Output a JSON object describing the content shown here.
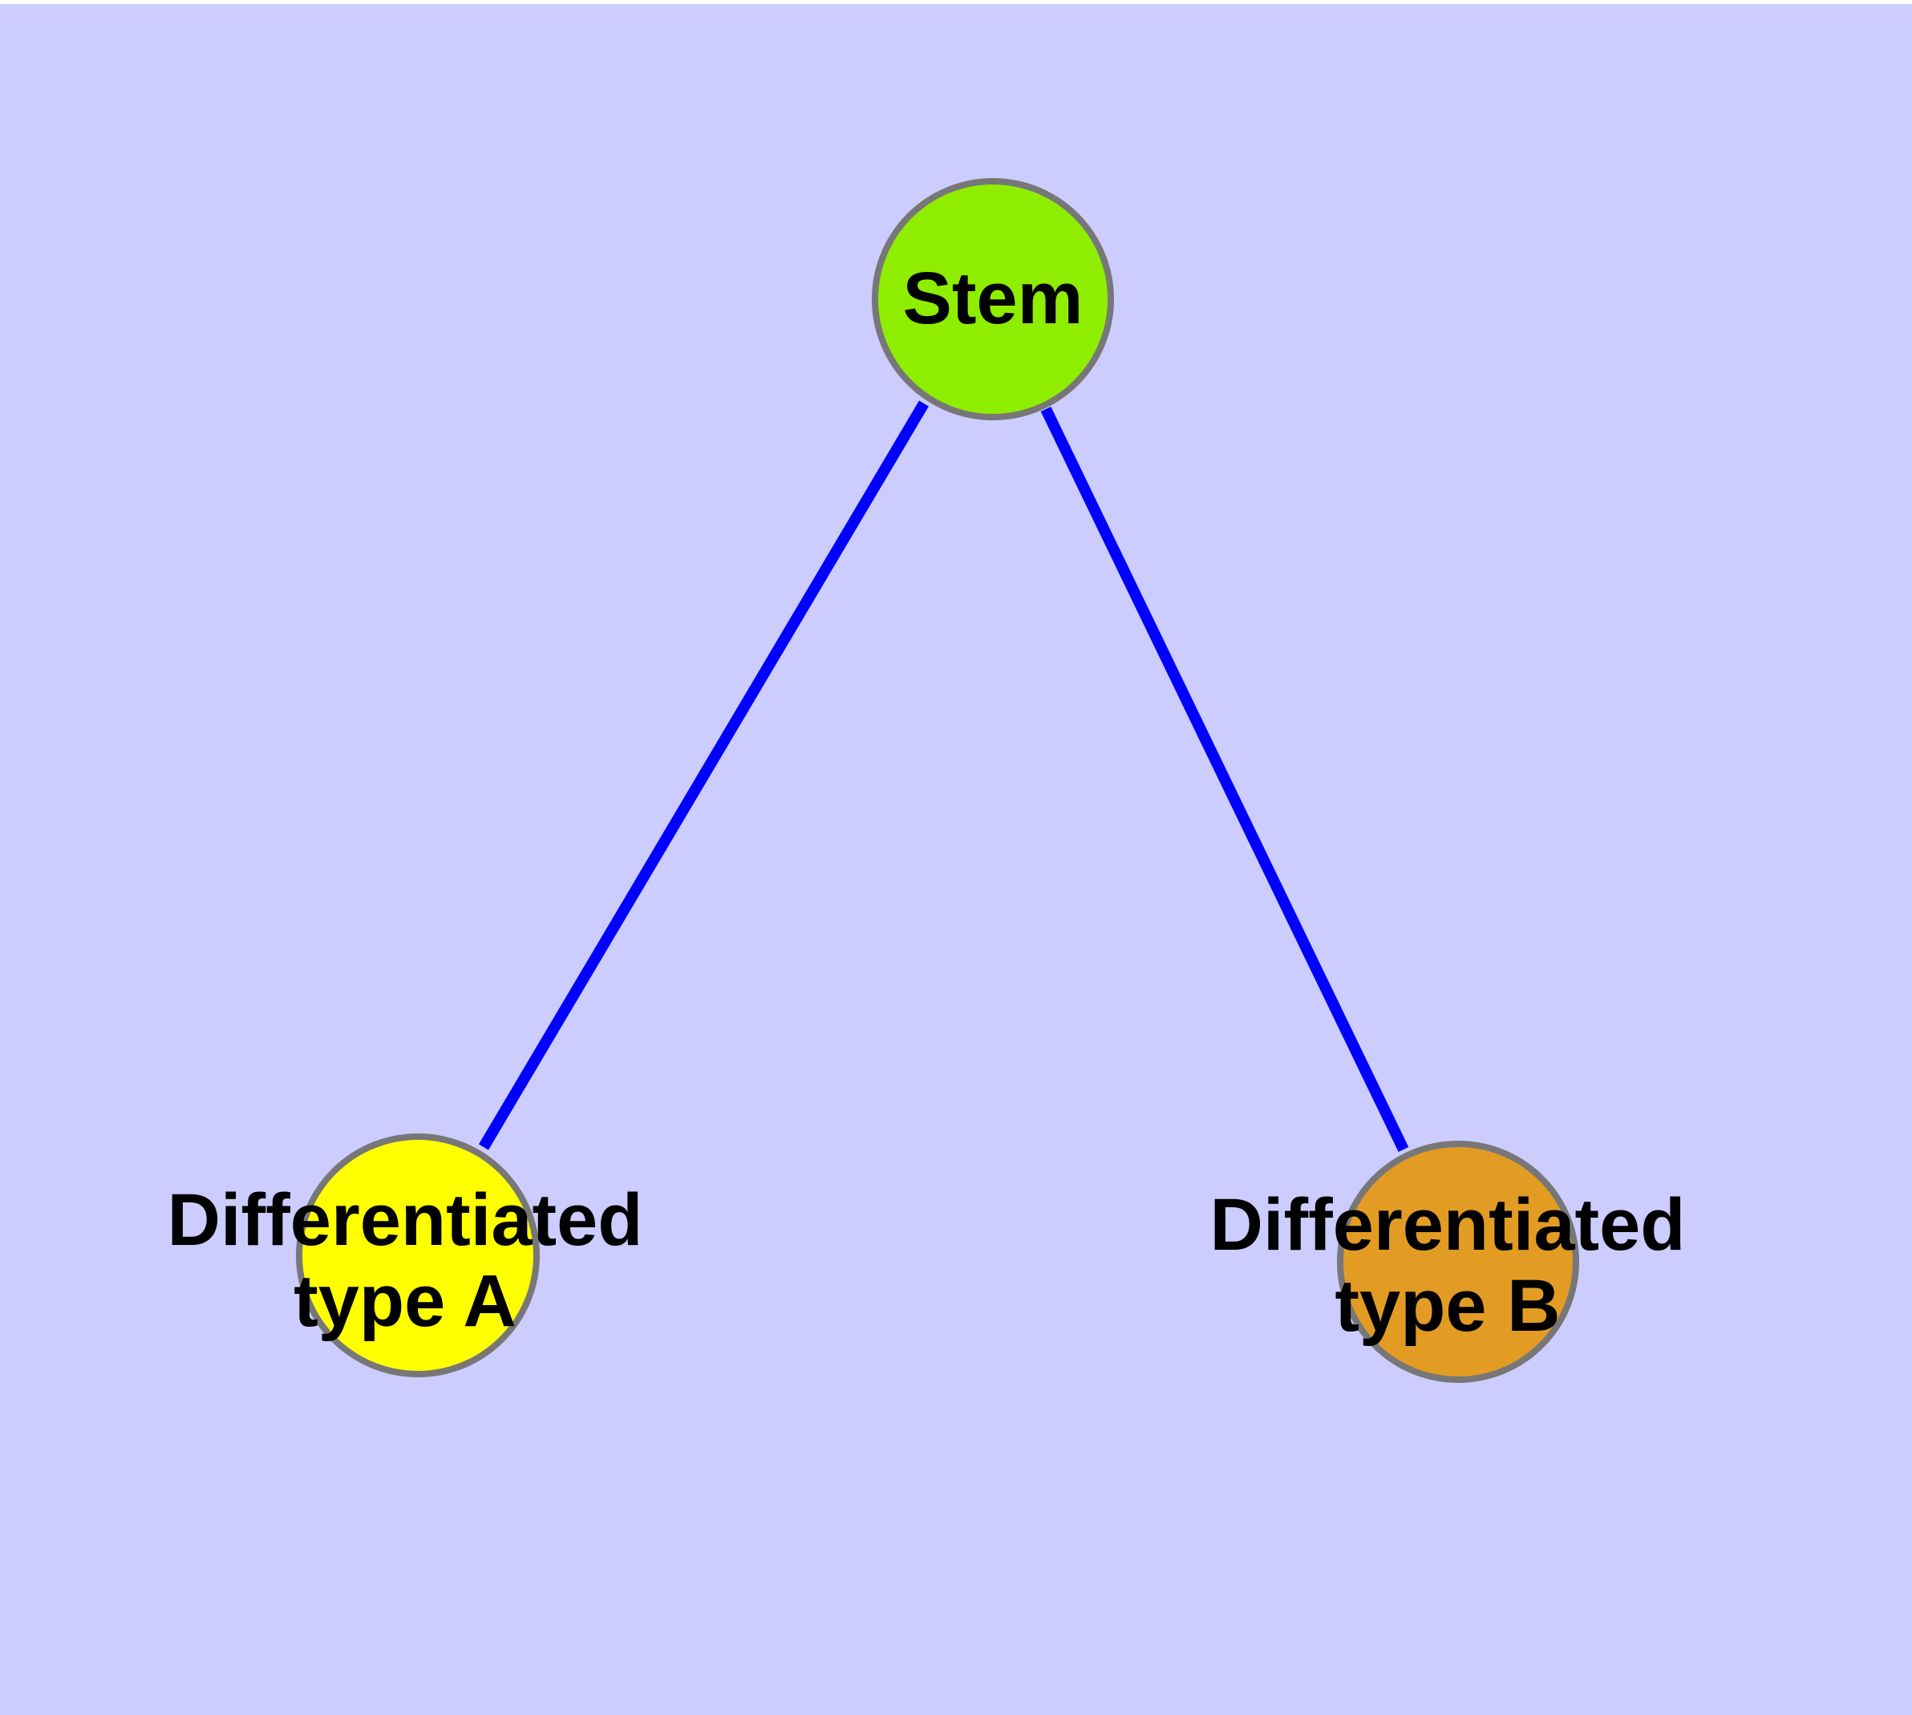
{
  "diagram": {
    "title": "Stem cell differentiation diagram",
    "background_color": "#ccccff",
    "top_strip_color": "#ffffff",
    "edge_color": "#0000ff",
    "node_border_color": "#777777",
    "text_color": "#000000",
    "nodes": [
      {
        "id": "stem",
        "label": "Stem",
        "fill": "#8fee00",
        "position": "top-center"
      },
      {
        "id": "type-a",
        "label": "Differentiated\ntype A",
        "fill": "#ffff00",
        "position": "bottom-left"
      },
      {
        "id": "type-b",
        "label": "Differentiated\ntype B",
        "fill": "#e39c23",
        "position": "bottom-right"
      }
    ],
    "edges": [
      {
        "from": "stem",
        "to": "type-a"
      },
      {
        "from": "stem",
        "to": "type-b"
      }
    ]
  }
}
